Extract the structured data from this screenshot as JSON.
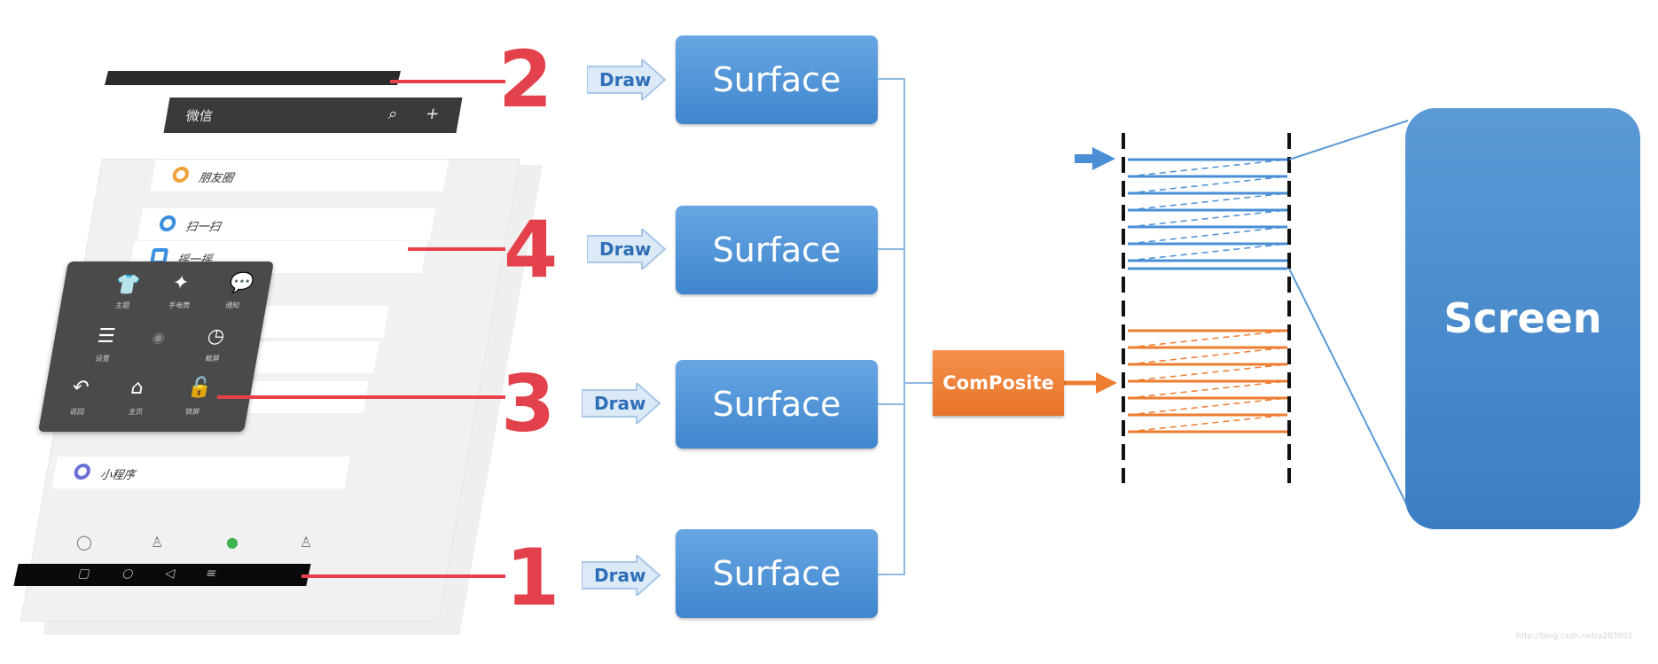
{
  "phone": {
    "titlebar_title": "微信",
    "search_icon": "search-icon",
    "add_icon": "plus-icon",
    "rows": [
      {
        "label": "朋友圈",
        "icon": "moments-icon",
        "color": "#f0a13b"
      },
      {
        "label": "扫一扫",
        "icon": "scan-icon",
        "color": "#3b8fe0"
      },
      {
        "label": "摇一摇",
        "icon": "shake-icon",
        "color": "#3b8fe0"
      },
      {
        "label": "小程序",
        "icon": "miniprogram-icon",
        "color": "#6a6fd6"
      }
    ],
    "panel_labels": [
      "主题",
      "手电筒",
      "通知",
      "设置",
      "截屏",
      "返回",
      "主页",
      "锁屏"
    ]
  },
  "layers": [
    {
      "number": "2",
      "draw_label": "Draw",
      "surface_label": "Surface"
    },
    {
      "number": "4",
      "draw_label": "Draw",
      "surface_label": "Surface"
    },
    {
      "number": "3",
      "draw_label": "Draw",
      "surface_label": "Surface"
    },
    {
      "number": "1",
      "draw_label": "Draw",
      "surface_label": "Surface"
    }
  ],
  "composite_label": "ComPosite",
  "screen_label": "Screen",
  "colors": {
    "red": "#e3414b",
    "blue": "#4a8fd6",
    "orange": "#ed7d31",
    "connector": "#8fb9e3"
  }
}
